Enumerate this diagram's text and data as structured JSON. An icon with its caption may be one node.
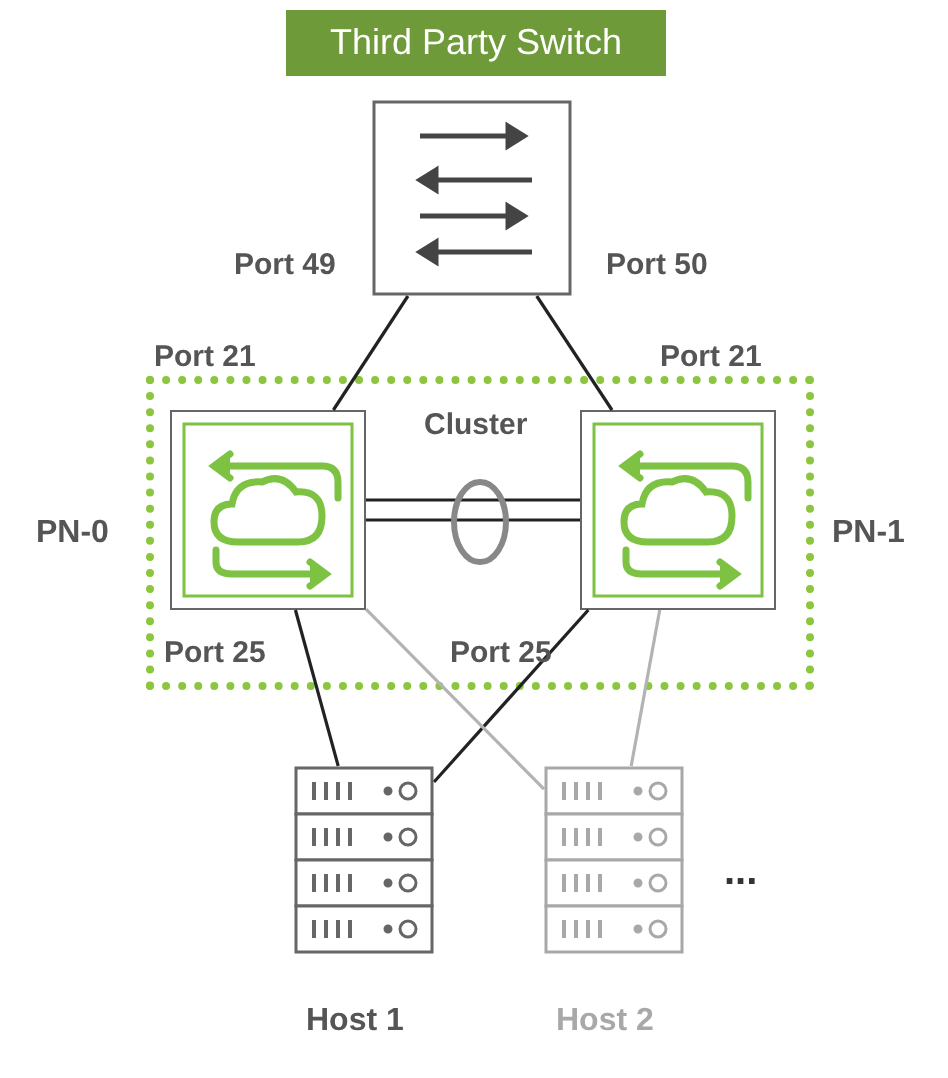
{
  "diagram": {
    "nodes": [
      {
        "text": [
          "Third Party Switch"
        ]
      },
      {
        "text": [
          "Cluster"
        ]
      },
      {
        "text": [],
        "shape": "box",
        "in": 1,
        "beside": [
          "PN-0"
        ]
      },
      {
        "text": [],
        "shape": "box",
        "in": 1,
        "beside": [
          "PN-1"
        ]
      },
      {
        "text": [],
        "shape": "box",
        "beside": [
          "Host 1"
        ]
      },
      {
        "text": [],
        "shape": "box",
        "beside": [
          "Host 2"
        ]
      }
    ],
    "edges": [
      {
        "from": 0,
        "to": 2,
        "arrow": "none"
      },
      {
        "from": 0,
        "to": 3,
        "arrow": "none"
      },
      {
        "from": 2,
        "to": 3,
        "arrow": "none"
      },
      {
        "from": 2,
        "to": 3,
        "arrow": "none"
      },
      {
        "from": 2,
        "to": 4,
        "arrow": "none"
      },
      {
        "from": 3,
        "to": 4,
        "arrow": "none"
      },
      {
        "from": 2,
        "to": 5,
        "arrow": "none",
        "color": "#b3b3b3"
      },
      {
        "from": 3,
        "to": 5,
        "arrow": "none",
        "color": "#b3b3b3"
      }
    ],
    "labels": [
      "Port 49",
      "Port 50",
      "Port 21",
      "Port 21",
      "Port 25",
      "Port 25",
      "..."
    ]
  }
}
